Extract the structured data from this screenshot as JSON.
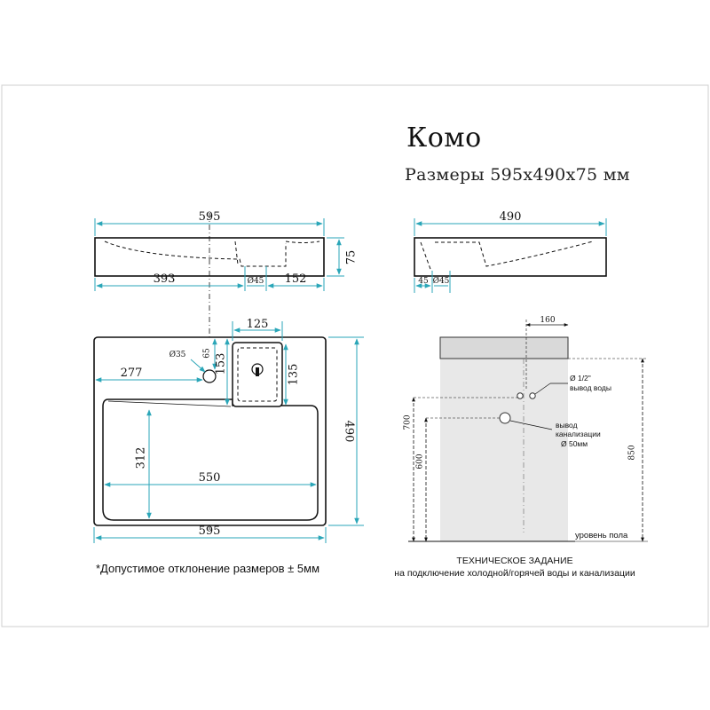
{
  "header": {
    "title": "Комо",
    "subtitle": "Размеры 595х490х75 мм"
  },
  "front_view": {
    "width": "595",
    "height": "75",
    "left_offset": "393",
    "hole_diameter": "Ø45",
    "right_offset": "152"
  },
  "side_view": {
    "depth": "490",
    "offset": "45",
    "hole_diameter": "Ø45"
  },
  "top_view": {
    "faucet_area_width": "125",
    "faucet_hole_diameter": "Ø35",
    "faucet_hole_y": "65",
    "faucet_area_depth": "153",
    "faucet_area_inner": "135",
    "faucet_hole_x": "277",
    "depth": "490",
    "bowl_depth": "312",
    "bowl_width": "550",
    "width": "595"
  },
  "tech_spec": {
    "top_offset": "160",
    "water_label_1": "Ø 1/2\"",
    "water_label_2": "вывод воды",
    "drain_label_1": "вывод",
    "drain_label_2": "канализации",
    "drain_label_3": "Ø 50мм",
    "height_700": "700",
    "height_600": "600",
    "height_850": "850",
    "floor_label": "уровень пола",
    "title": "ТЕХНИЧЕСКОЕ ЗАДАНИЕ",
    "subtitle": "на подключение холодной/горячей воды и канализации"
  },
  "footnote": "*Допустимое отклонение размеров ± 5мм",
  "colors": {
    "dimension_line": "#2aa6b8",
    "outline": "#111111",
    "wall": "#e6e6e6"
  }
}
